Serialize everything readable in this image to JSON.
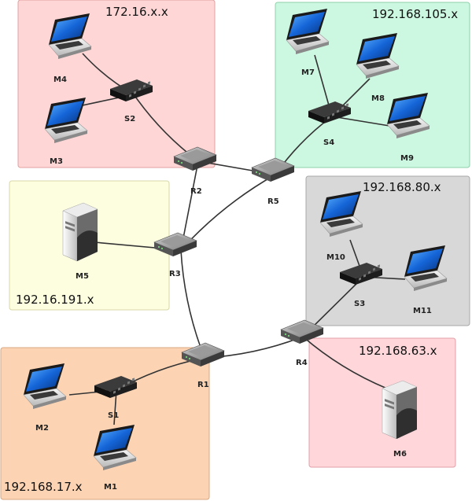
{
  "zones": [
    {
      "id": "zone-172",
      "label": "172.16.x.x",
      "fill": "#ffd6d6",
      "stroke": "#e0a0a0"
    },
    {
      "id": "zone-105",
      "label": "192.168.105.x",
      "fill": "#ccf7e0",
      "stroke": "#8fd0aa"
    },
    {
      "id": "zone-191",
      "label": "192.16.191.x",
      "fill": "#fdfde0",
      "stroke": "#d8d8a8"
    },
    {
      "id": "zone-80",
      "label": "192.168.80.x",
      "fill": "#d8d8d8",
      "stroke": "#a8a8a8"
    },
    {
      "id": "zone-63",
      "label": "192.168.63.x",
      "fill": "#ffd6d9",
      "stroke": "#e0a0a8"
    },
    {
      "id": "zone-17",
      "label": "192.168.17.x",
      "fill": "#fcd4b4",
      "stroke": "#d8a880"
    }
  ],
  "nodes": {
    "M1": {
      "label": "M1",
      "type": "laptop"
    },
    "M2": {
      "label": "M2",
      "type": "laptop"
    },
    "M3": {
      "label": "M3",
      "type": "laptop"
    },
    "M4": {
      "label": "M4",
      "type": "laptop"
    },
    "M5": {
      "label": "M5",
      "type": "server"
    },
    "M6": {
      "label": "M6",
      "type": "server"
    },
    "M7": {
      "label": "M7",
      "type": "laptop"
    },
    "M8": {
      "label": "M8",
      "type": "laptop"
    },
    "M9": {
      "label": "M9",
      "type": "laptop"
    },
    "M10": {
      "label": "M10",
      "type": "laptop"
    },
    "M11": {
      "label": "M11",
      "type": "laptop"
    },
    "S1": {
      "label": "S1",
      "type": "switch"
    },
    "S2": {
      "label": "S2",
      "type": "switch"
    },
    "S3": {
      "label": "S3",
      "type": "switch"
    },
    "S4": {
      "label": "S4",
      "type": "switch"
    },
    "R1": {
      "label": "R1",
      "type": "router"
    },
    "R2": {
      "label": "R2",
      "type": "router"
    },
    "R3": {
      "label": "R3",
      "type": "router"
    },
    "R4": {
      "label": "R4",
      "type": "router"
    },
    "R5": {
      "label": "R5",
      "type": "router"
    }
  },
  "links": [
    [
      "M4",
      "S2"
    ],
    [
      "M3",
      "S2"
    ],
    [
      "S2",
      "R2"
    ],
    [
      "M7",
      "S4"
    ],
    [
      "M8",
      "S4"
    ],
    [
      "M9",
      "S4"
    ],
    [
      "S4",
      "R5"
    ],
    [
      "R2",
      "R5"
    ],
    [
      "R2",
      "R3"
    ],
    [
      "R5",
      "R3"
    ],
    [
      "M5",
      "R3"
    ],
    [
      "R3",
      "R1"
    ],
    [
      "M10",
      "S3"
    ],
    [
      "M11",
      "S3"
    ],
    [
      "S3",
      "R4"
    ],
    [
      "R1",
      "R4"
    ],
    [
      "R4",
      "M6"
    ],
    [
      "R1",
      "S1"
    ],
    [
      "M2",
      "S1"
    ],
    [
      "M1",
      "S1"
    ]
  ]
}
